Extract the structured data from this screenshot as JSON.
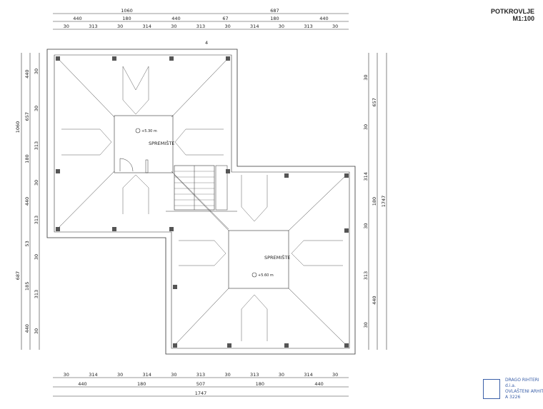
{
  "title": {
    "line1": "POTKROVLJE",
    "line2": "M1:100"
  },
  "rooms": [
    {
      "name": "SPREMIŠTE",
      "level": "+5.30 m"
    },
    {
      "name": "SPREMIŠTE",
      "level": "+5.60 m"
    }
  ],
  "dims": {
    "top_total": [
      "1060",
      "687"
    ],
    "top_mid": [
      "440",
      "180",
      "440",
      "67",
      "180",
      "440"
    ],
    "top_fine": [
      "30",
      "313",
      "30",
      "314",
      "30",
      "313",
      "30",
      "314",
      "30",
      "313",
      "30"
    ],
    "bottom_fine": [
      "30",
      "314",
      "30",
      "314",
      "30",
      "313",
      "30",
      "313",
      "30",
      "314",
      "30"
    ],
    "bottom_mid": [
      "440",
      "180",
      "507",
      "180",
      "440"
    ],
    "bottom_total": [
      "1747"
    ],
    "left_outer": [
      "1060",
      "687"
    ],
    "left_mid": [
      "440",
      "657",
      "180",
      "440",
      "53",
      "185",
      "440"
    ],
    "left_fine": [
      "30",
      "30",
      "313",
      "30",
      "313",
      "30",
      "313",
      "30"
    ],
    "right_outer": [
      "1747"
    ],
    "right_mid": [
      "657",
      "180",
      "440"
    ],
    "right_fine": [
      "30",
      "30",
      "314",
      "30",
      "313",
      "30"
    ],
    "marker": "4"
  },
  "stamp": {
    "line1": "DRAGO RIHTERI",
    "line2": "d.i.a.",
    "line3": "OVLAŠTENI ARHITE",
    "line4": "A 3226"
  }
}
